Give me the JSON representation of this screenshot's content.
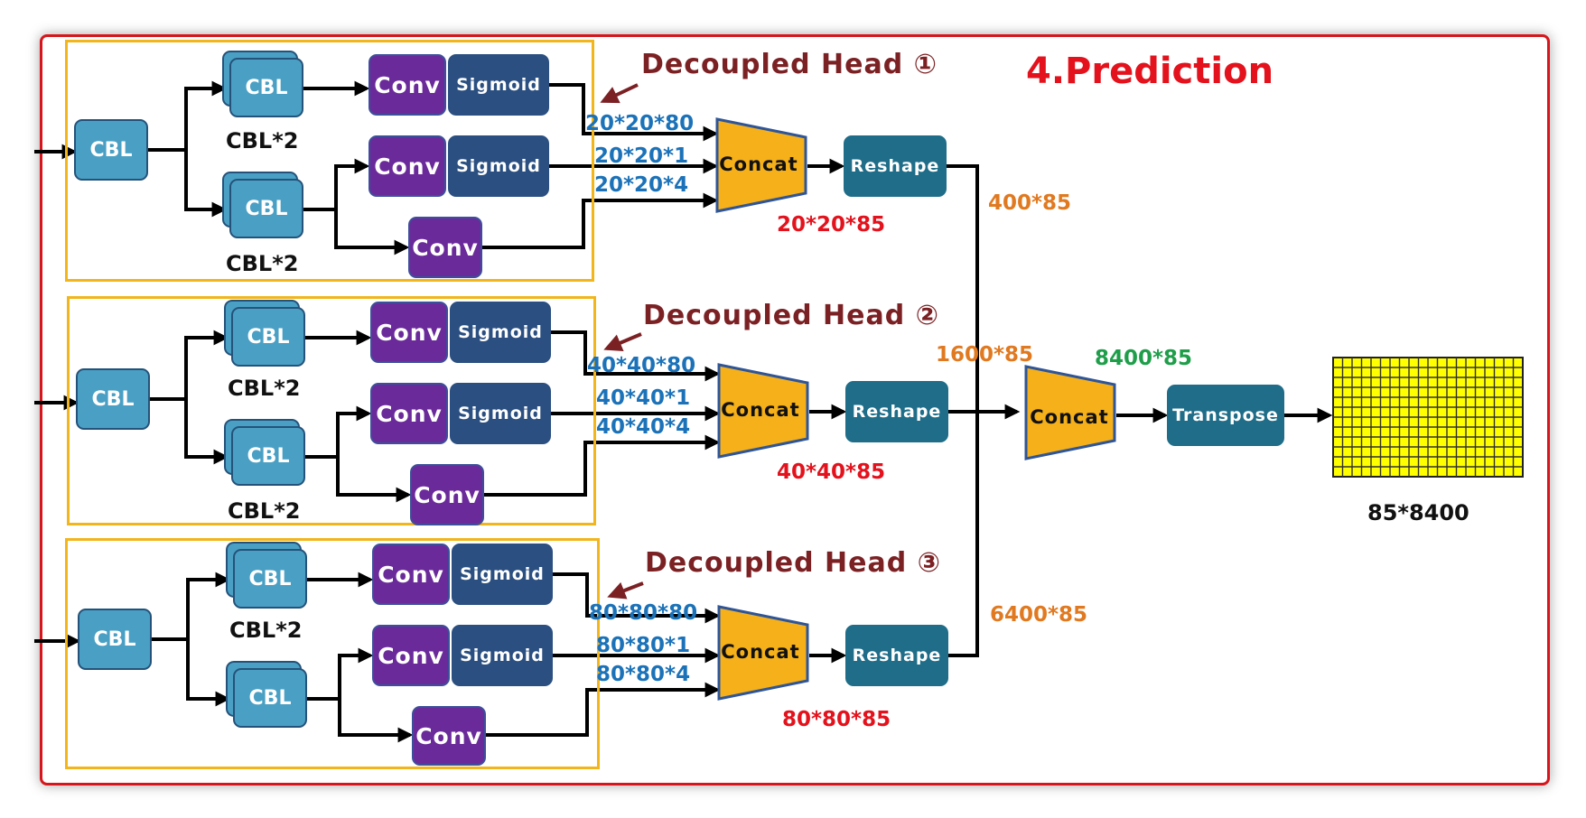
{
  "title": "4.Prediction",
  "heads": [
    {
      "name": "Decoupled Head ①",
      "cbl": "CBL",
      "cbl2_top": "CBL*2",
      "cbl2_bottom": "CBL*2",
      "stack_label": "CBL",
      "conv": "Conv",
      "sigmoid": "Sigmoid",
      "out1": "20*20*80",
      "out2": "20*20*1",
      "out3": "20*20*4",
      "concat": "Concat",
      "concat_out": "20*20*85",
      "reshape": "Reshape",
      "reshape_out": "400*85"
    },
    {
      "name": "Decoupled Head ②",
      "cbl": "CBL",
      "cbl2_top": "CBL*2",
      "cbl2_bottom": "CBL*2",
      "stack_label": "CBL",
      "conv": "Conv",
      "sigmoid": "Sigmoid",
      "out1": "40*40*80",
      "out2": "40*40*1",
      "out3": "40*40*4",
      "concat": "Concat",
      "concat_out": "40*40*85",
      "reshape": "Reshape",
      "reshape_out": "1600*85"
    },
    {
      "name": "Decoupled Head ③",
      "cbl": "CBL",
      "cbl2_top": "CBL*2",
      "cbl2_bottom": "",
      "stack_label": "CBL",
      "conv": "Conv",
      "sigmoid": "Sigmoid",
      "out1": "80*80*80",
      "out2": "80*80*1",
      "out3": "80*80*4",
      "concat": "Concat",
      "concat_out": "80*80*85",
      "reshape": "Reshape",
      "reshape_out": "6400*85"
    }
  ],
  "final": {
    "concat": "Concat",
    "concat_out": "8400*85",
    "transpose": "Transpose",
    "output": "85*8400"
  },
  "colors": {
    "frame": "#d6161c",
    "head_box": "#f2b51b",
    "cbl": "#4aa0c4",
    "conv": "#6b2a9a",
    "sigmoid": "#2a4f80",
    "reshape": "#1f6d88",
    "concat": "#f5b01a",
    "grid": "#ffff00"
  }
}
